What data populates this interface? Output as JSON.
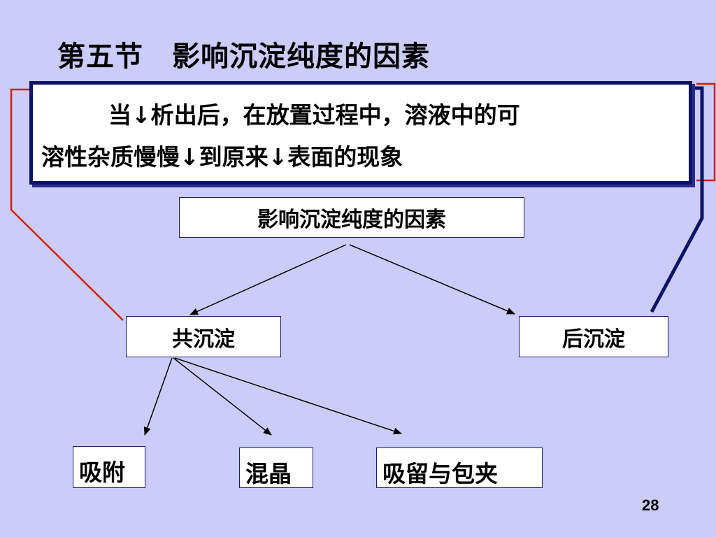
{
  "slide": {
    "title": "第五节　影响沉淀纯度的因素",
    "page_number": "28",
    "background_color": "#ccccfa"
  },
  "callout": {
    "line1": "当↓析出后，在放置过程中，溶液中的可",
    "line2": "溶性杂质慢慢↓到原来↓表面的现象",
    "border_color": "#0a1466"
  },
  "diagram": {
    "root": "影响沉淀纯度的因素",
    "left_node": "共沉淀",
    "right_node": "后沉淀",
    "children": [
      "吸附",
      "混晶",
      "吸留与包夹"
    ],
    "left_bracket_color": "#cc2200",
    "right_bracket_color": "#0a1466"
  }
}
